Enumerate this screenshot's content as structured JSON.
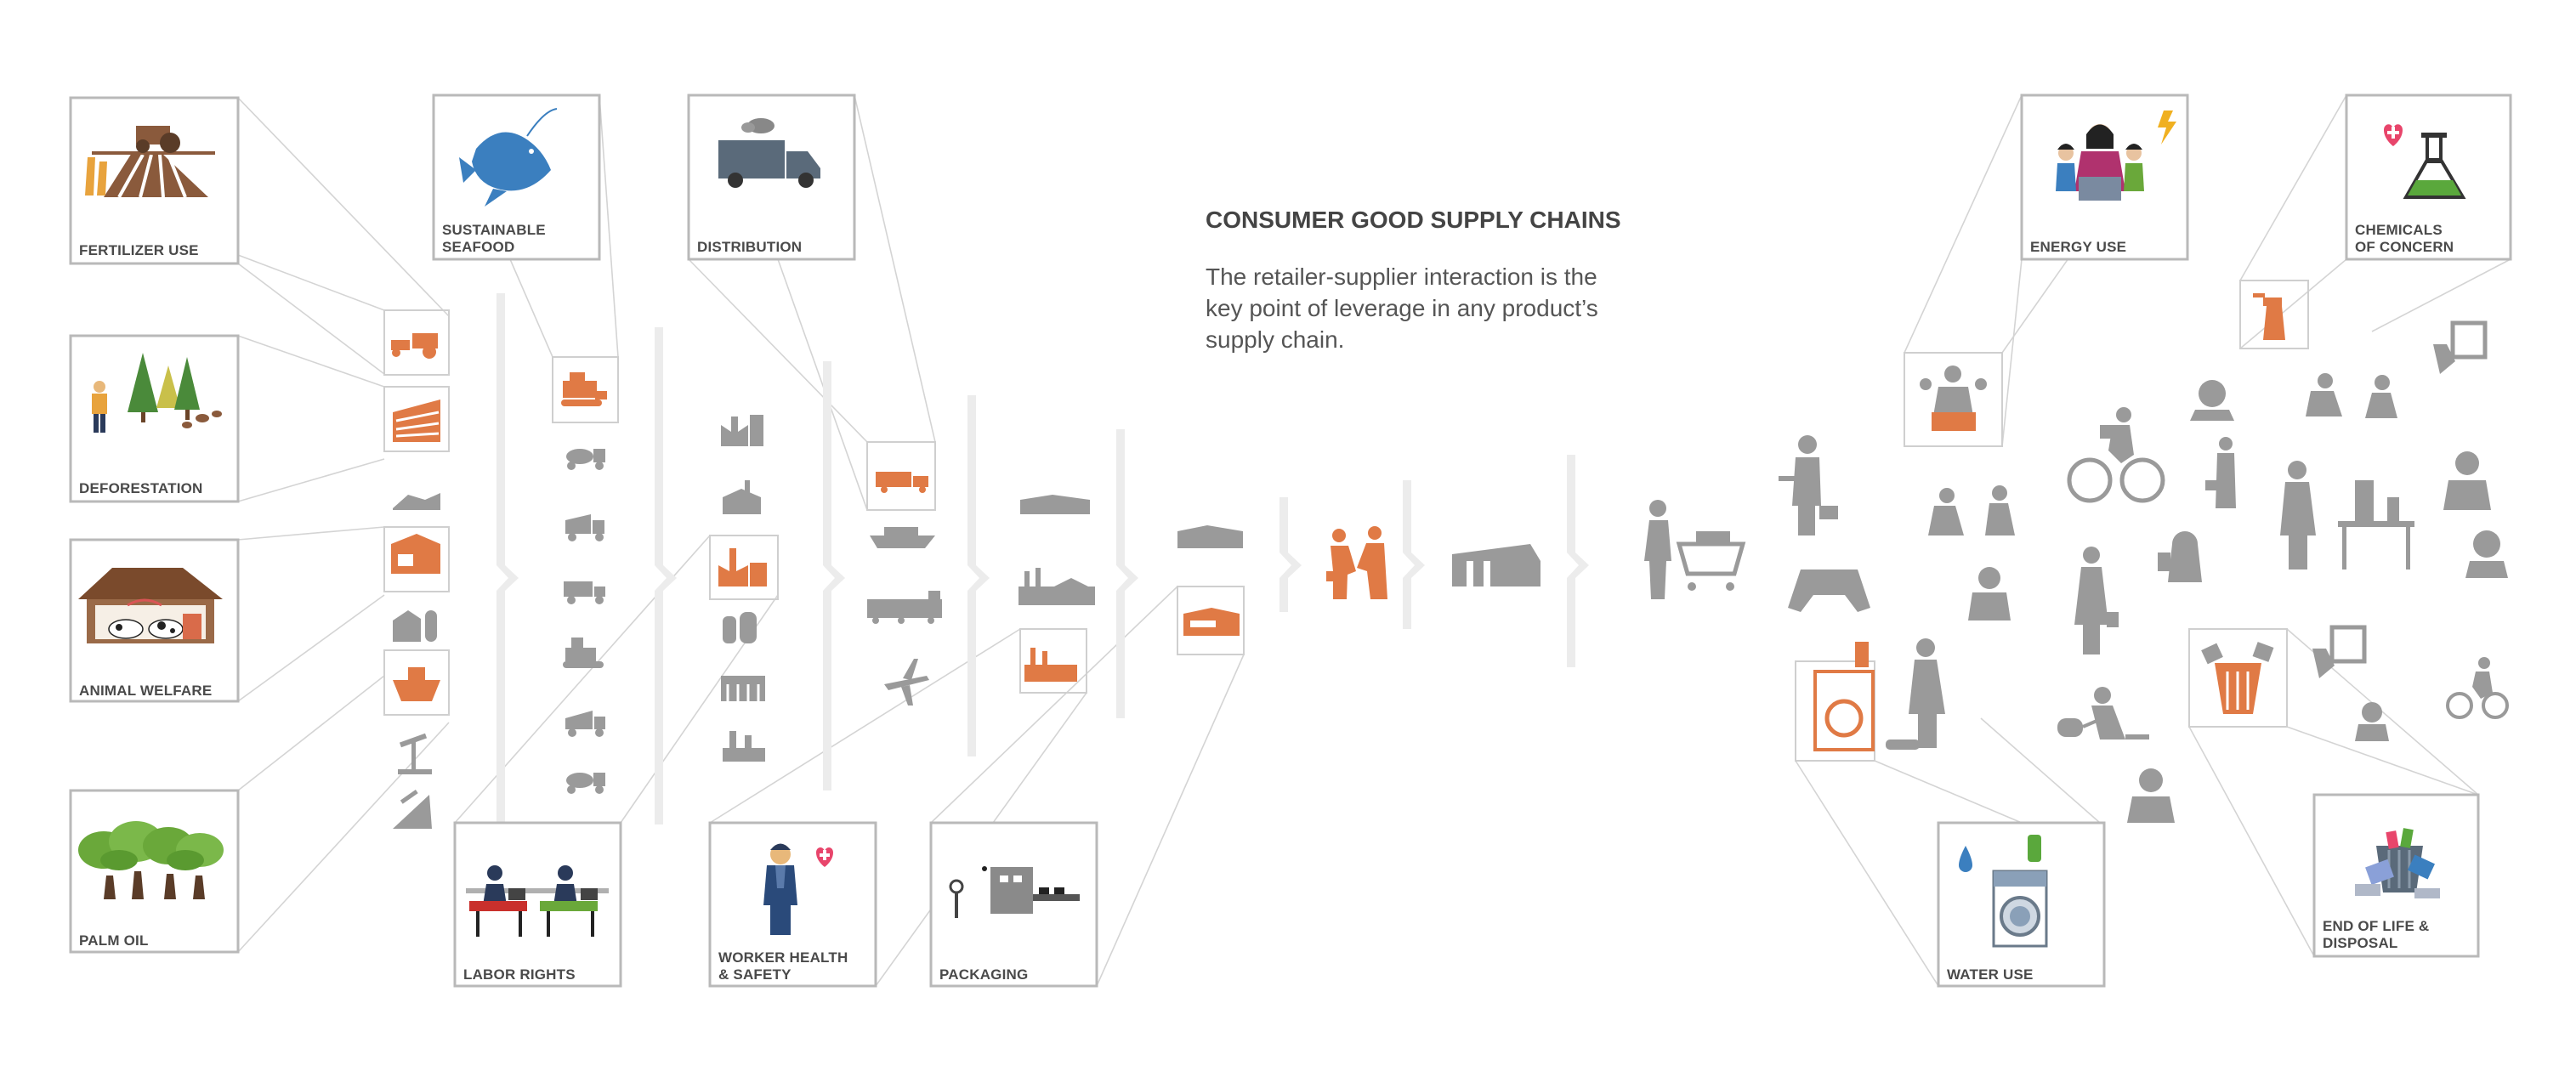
{
  "title": "CONSUMER GOOD SUPPLY CHAINS",
  "subtitle_lines": [
    "The retailer-supplier interaction is the",
    "key point of leverage in any product’s",
    "supply chain."
  ],
  "categories": {
    "fertilizer_use": [
      "FERTILIZER USE"
    ],
    "deforestation": [
      "DEFORESTATION"
    ],
    "animal_welfare": [
      "ANIMAL WELFARE"
    ],
    "palm_oil": [
      "PALM OIL"
    ],
    "sustainable_seafood": [
      "SUSTAINABLE",
      "SEAFOOD"
    ],
    "labor_rights": [
      "LABOR RIGHTS"
    ],
    "distribution": [
      "DISTRIBUTION"
    ],
    "worker_health": [
      "WORKER HEALTH",
      "& SAFETY"
    ],
    "packaging": [
      "PACKAGING"
    ],
    "energy_use": [
      "ENERGY USE"
    ],
    "chemicals": [
      "CHEMICALS",
      "OF CONCERN"
    ],
    "water_use": [
      "WATER USE"
    ],
    "end_of_life": [
      "END OF LIFE &",
      "DISPOSAL"
    ]
  },
  "colors": {
    "accent": "#e07a45",
    "icon_gray": "#9a9a9a",
    "frame": "#b9b9b9",
    "text": "#444444",
    "seafood_blue": "#3b7fbf",
    "heart_pink": "#e8456b",
    "energy_magenta": "#b0326e",
    "flask_green": "#5aa83c",
    "palm_green": "#6aa83a"
  }
}
